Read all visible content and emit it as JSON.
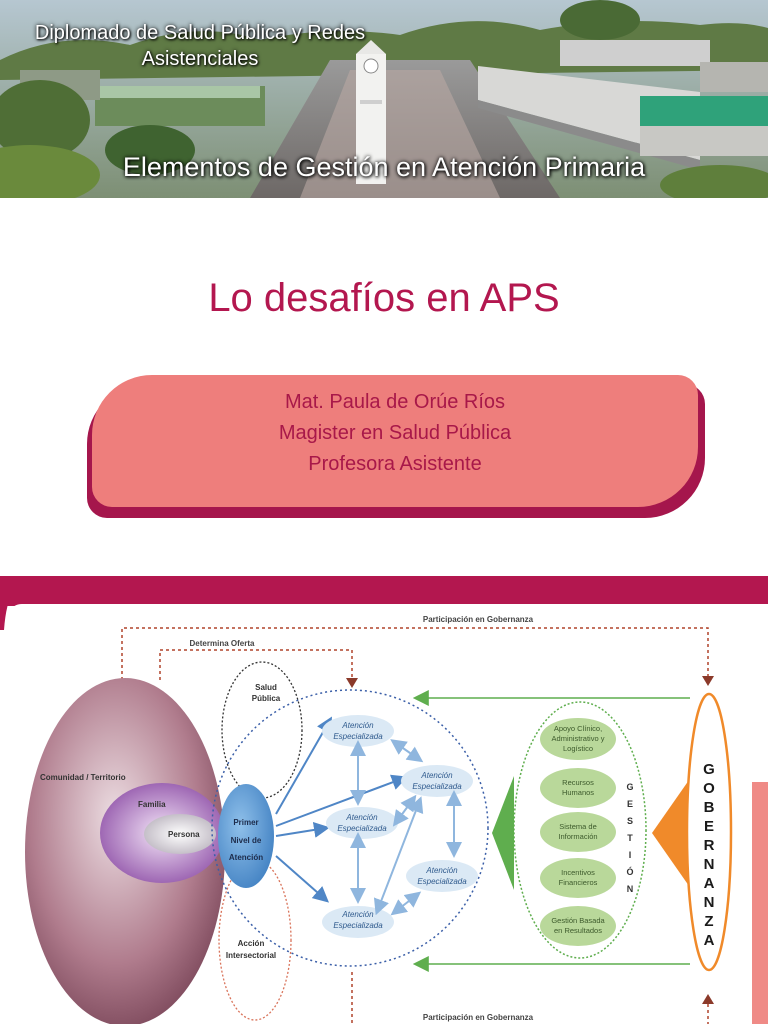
{
  "header": {
    "course_line1": "Diplomado de Salud Pública y Redes",
    "course_line2": "Asistenciales",
    "subtitle": "Elementos de Gestión en Atención Primaria"
  },
  "title": "Lo desafíos en APS",
  "presenter": {
    "name": "Mat. Paula de Orúe Ríos",
    "degree": "Magister en Salud Pública",
    "position": "Profesora Asistente"
  },
  "diagram": {
    "participation_top": "Participación en Gobernanza",
    "participation_bottom": "Participación en Gobernanza",
    "determina_oferta": "Determina Oferta",
    "salud_publica_1": "Salud",
    "salud_publica_2": "Pública",
    "comunidad": "Comunidad / Territorio",
    "familia": "Familia",
    "persona": "Persona",
    "primer_nivel_1": "Primer",
    "primer_nivel_2": "Nivel de",
    "primer_nivel_3": "Atención",
    "accion_1": "Acción",
    "accion_2": "Intersectorial",
    "atencion_1": "Atención",
    "atencion_2": "Especializada",
    "gestion_items": [
      [
        "Apoyo Clínico,",
        "Administrativo y",
        "Logístico"
      ],
      [
        "Recursos",
        "Humanos"
      ],
      [
        "Sistema de",
        "Información"
      ],
      [
        "Incentivos",
        "Financieros"
      ],
      [
        "Gestión Basada",
        "en Resultados"
      ]
    ],
    "gestion_letters": [
      "G",
      "E",
      "S",
      "T",
      "I",
      "Ó",
      "N"
    ],
    "gobernanza_letters": [
      "G",
      "O",
      "B",
      "E",
      "R",
      "N",
      "A",
      "N",
      "Z",
      "A"
    ]
  },
  "colors": {
    "title": "#b3174f",
    "card_fill": "#ee7e7c",
    "card_shadow": "#a5164c",
    "ribbon": "#b3174f",
    "gobernanza_border": "#f08a2a",
    "gestion_bubbles": "#b9d89a",
    "specialized_bubbles": "#dbe9f5",
    "primer_nivel": "#5b9bd5",
    "comunidad": "#8e5266",
    "familia": "#9b59b6"
  },
  "icons": [
    "arrow-icon",
    "double-arrow-icon",
    "chevron-left-icon"
  ]
}
